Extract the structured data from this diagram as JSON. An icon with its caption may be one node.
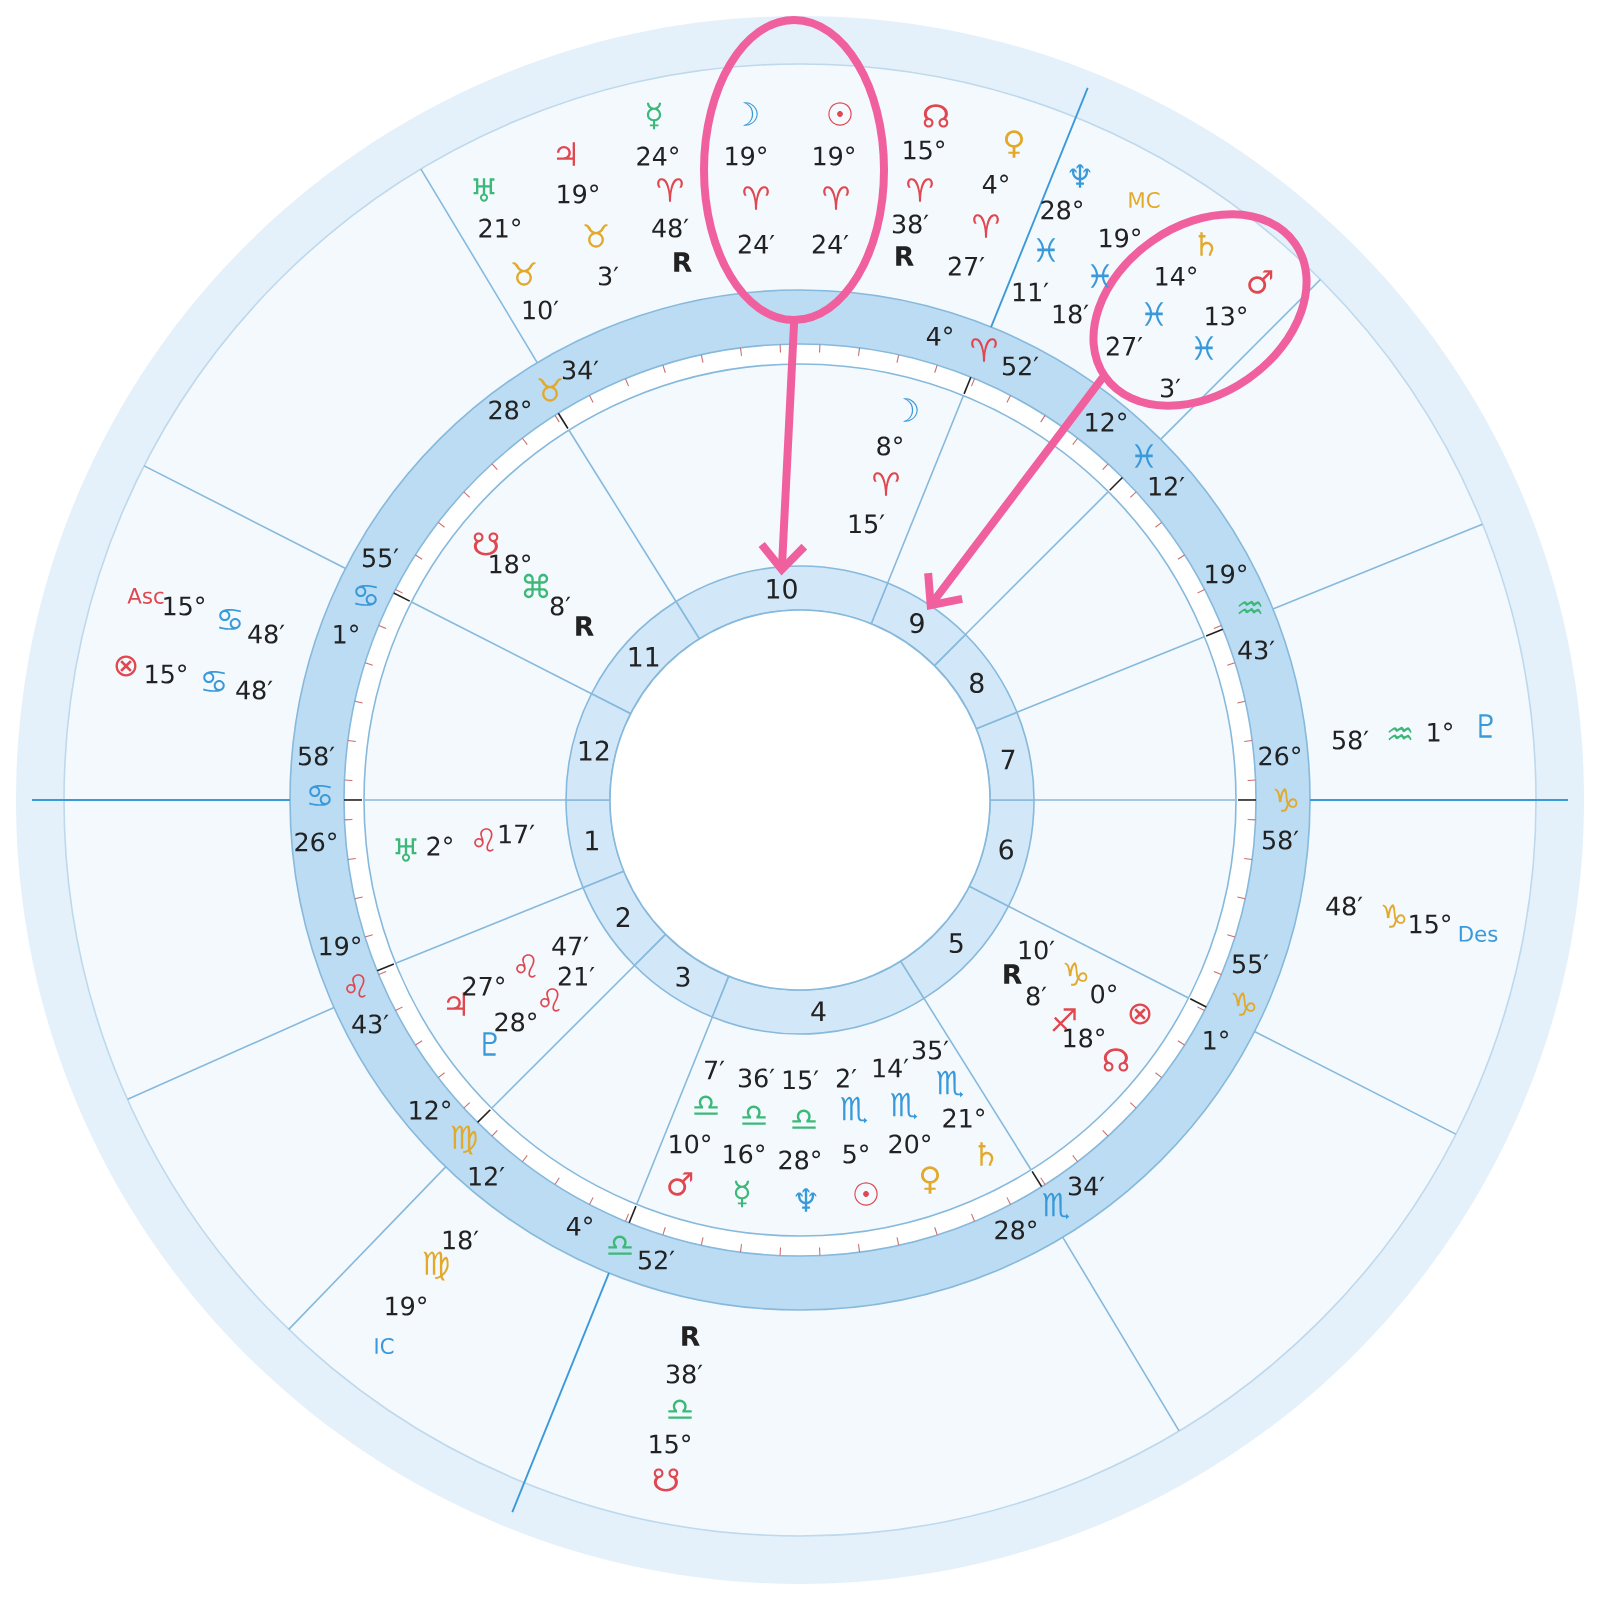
{
  "diagram": {
    "nodes": [
      {
        "text": [
          "1"
        ]
      },
      {
        "text": [
          "2"
        ]
      },
      {
        "text": [
          "3"
        ]
      },
      {
        "text": [
          "4"
        ]
      },
      {
        "text": [
          "5"
        ]
      },
      {
        "text": [
          "6"
        ]
      },
      {
        "text": [
          "7"
        ]
      },
      {
        "text": [
          "8"
        ]
      },
      {
        "text": [
          "9"
        ]
      },
      {
        "text": [
          "10"
        ]
      },
      {
        "text": [
          "11"
        ]
      },
      {
        "text": [
          "12"
        ]
      },
      {
        "text": [],
        "shape": "circle"
      },
      {
        "text": [],
        "shape": "circle"
      }
    ],
    "edges": [
      {
        "from": 12,
        "to": 9,
        "arrow": "to",
        "color": "#f0609e"
      },
      {
        "from": 13,
        "to": 8,
        "arrow": "to",
        "color": "#f0609e"
      }
    ],
    "labels": [
      "☿",
      "☽",
      "☉",
      "☊",
      "♃",
      "24°",
      "19°",
      "19°",
      "15°",
      "♀",
      "♅",
      "19°",
      "♈",
      "♈",
      "♈",
      "♈",
      "4°",
      "28°",
      "♆",
      "MC",
      "21°",
      "♉",
      "48′",
      "24′",
      "24′",
      "38′",
      "♈",
      "♓",
      "19°",
      "♄",
      "♉",
      "3′",
      "R",
      "R",
      "27′",
      "11′",
      "♓",
      "14°",
      "♂",
      "10′",
      "18′",
      "♓",
      "13°",
      "4°",
      "♈",
      "27′",
      "♓",
      "34′",
      "52′",
      "♉",
      "3′",
      "28°",
      "☽",
      "12°",
      "8°",
      "♓",
      "♈",
      "12′",
      "15′",
      "55′",
      "☋",
      "18°",
      "19°",
      "Asc",
      "15°",
      "♋",
      "48′",
      "1°",
      "♋",
      "⌘",
      "8′",
      "R",
      "♒",
      "⊗",
      "15°",
      "♋",
      "48′",
      "43′",
      "58′",
      "♒",
      "1°",
      "♇",
      "58′",
      "26°",
      "♋",
      "♑",
      "26°",
      "♅",
      "2°",
      "♌",
      "17′",
      "58′",
      "19°",
      "47′",
      "10′",
      "48′",
      "♑",
      "15°",
      "Des",
      "♌",
      "21′",
      "R",
      "♑",
      "55′",
      "♌",
      "43′",
      "♃",
      "27°",
      "28°",
      "♌",
      "8′",
      "♐",
      "0°",
      "⊗",
      "♑",
      "♇",
      "35′",
      "18°",
      "☊",
      "1°",
      "7′",
      "36′",
      "15′",
      "2′",
      "14′",
      "♏",
      "12°",
      "♎",
      "♎",
      "♎",
      "♏",
      "♏",
      "21°",
      "♍",
      "10°",
      "16°",
      "28°",
      "5°",
      "20°",
      "♄",
      "12′",
      "♂",
      "☿",
      "♆",
      "☉",
      "♀",
      "♏",
      "34′",
      "4°",
      "28°",
      "♍",
      "18′",
      "♎",
      "52′",
      "19°",
      "IC",
      "R",
      "38′",
      "♎",
      "15°",
      "☋"
    ]
  }
}
